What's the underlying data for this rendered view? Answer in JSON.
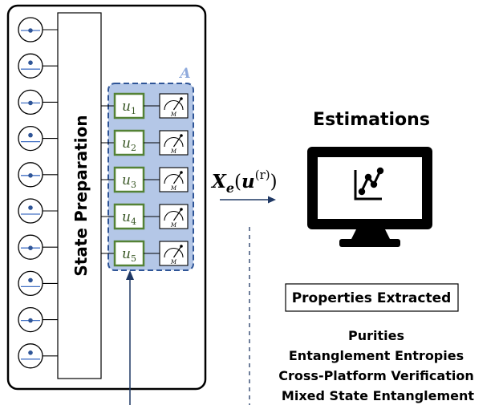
{
  "panel_left": {
    "state_prep_label": "State Preparation",
    "qubit_count": 10,
    "random_block_label": "A",
    "unitaries": [
      {
        "base": "u",
        "sub": "1"
      },
      {
        "base": "u",
        "sub": "2"
      },
      {
        "base": "u",
        "sub": "3"
      },
      {
        "base": "u",
        "sub": "4"
      },
      {
        "base": "u",
        "sub": "5"
      }
    ],
    "meter_label": "M"
  },
  "arrow_label": {
    "base": "X",
    "sub": "e",
    "paren_open": "(",
    "vec": "u",
    "sup": "(r)",
    "paren_close": ")"
  },
  "estimations": {
    "title": "Estimations",
    "properties_box": "Properties Extracted",
    "properties": [
      "Purities",
      "Entanglement Entropies",
      "Cross-Platform Verification",
      "Mixed State Entanglement"
    ]
  },
  "colors": {
    "outline": "#000000",
    "block_fill": "#b4c7e7",
    "block_border": "#2f5597",
    "unitary_border": "#548235",
    "unitary_text": "#375623",
    "label_A": "#8faadc",
    "arrow": "#1f3864",
    "qubit_line": "#4472c4",
    "qubit_dot": "#2f5597",
    "monitor": "#000000"
  }
}
